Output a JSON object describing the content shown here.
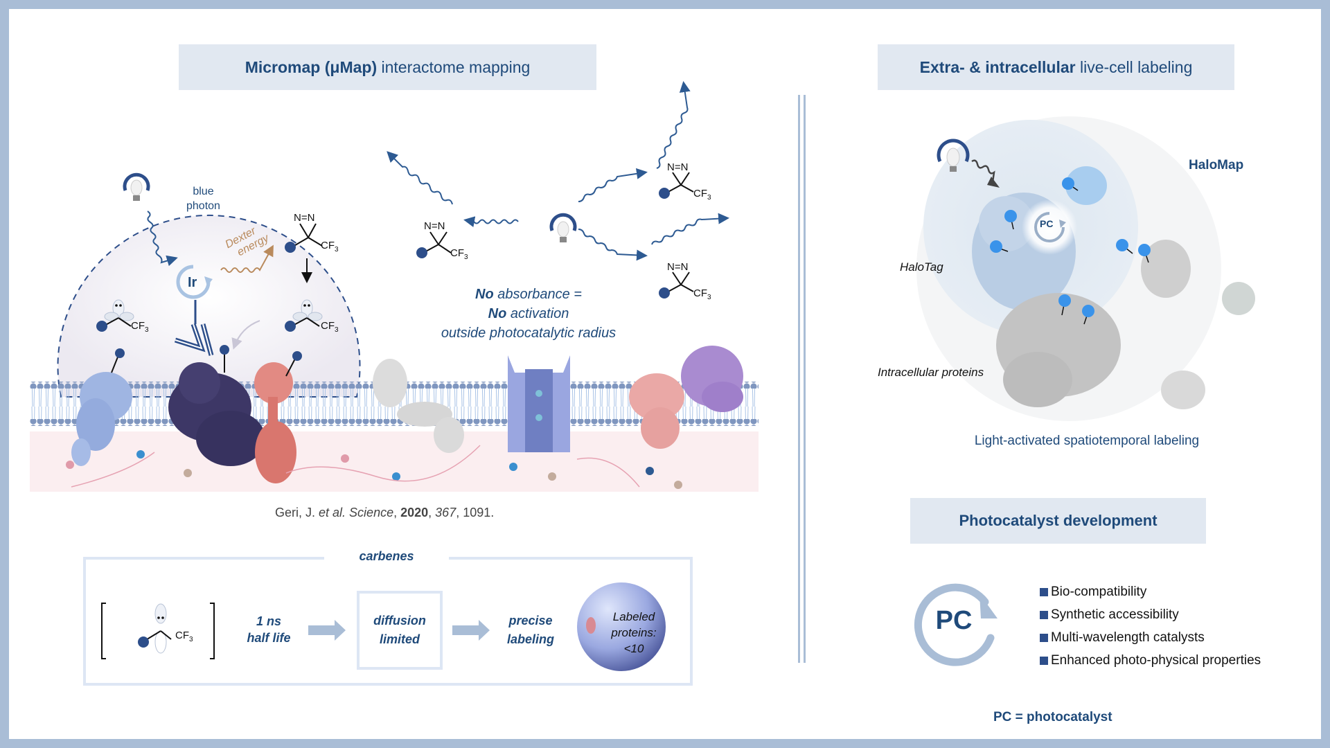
{
  "left_panel": {
    "title_bold": "Micromap (μMap)",
    "title_rest": " interactome mapping",
    "blue_photon_label_1": "blue",
    "blue_photon_label_2": "photon",
    "dexter_label_1": "Dexter",
    "dexter_label_2": "energy",
    "iridium_label": "Ir",
    "diazirine_label_nn": "N=N",
    "cf3_label": "CF3",
    "no_absorbance": {
      "line1_bold": "No",
      "line1_rest": " absorbance =",
      "line2_bold": "No",
      "line2_rest": " activation",
      "line3": "outside photocatalytic radius"
    },
    "citation": {
      "authors": "Geri, J. ",
      "etal": "et al.",
      "journal": " Science",
      "sep1": ", ",
      "year": "2020",
      "sep2": ", ",
      "volume": "367",
      "pages": ", 1091."
    },
    "carbene_box": {
      "title": "carbenes",
      "half_life_1": "1 ns",
      "half_life_2": "half life",
      "diffusion_1": "diffusion",
      "diffusion_2": "limited",
      "precise_1": "precise",
      "precise_2": "labeling",
      "sphere_1": "Labeled",
      "sphere_2": "proteins:",
      "sphere_3": "<10"
    }
  },
  "right_panel": {
    "title_bold": "Extra- & intracellular",
    "title_rest": " live-cell labeling",
    "halomap_label": "HaloMap",
    "halotag_label": "HaloTag",
    "intracellular_label": "Intracellular proteins",
    "pc_label": "PC",
    "caption": "Light-activated spatiotemporal labeling",
    "pc_dev": {
      "title": "Photocatalyst development",
      "pc_big_label": "PC",
      "items": [
        "Bio-compatibility",
        "Synthetic accessibility",
        "Multi-wavelength catalysts",
        "Enhanced photo-physical properties"
      ],
      "footnote": "PC = photocatalyst"
    }
  },
  "colors": {
    "frame": "#a9bdd6",
    "title_bg": "#e1e8f1",
    "accent_blue": "#1f4a7a",
    "probe_blue": "#2d4e8a",
    "dexter_orange": "#b98a5c",
    "membrane_head": "#7f96bf",
    "cytosol": "#fbeef0"
  }
}
